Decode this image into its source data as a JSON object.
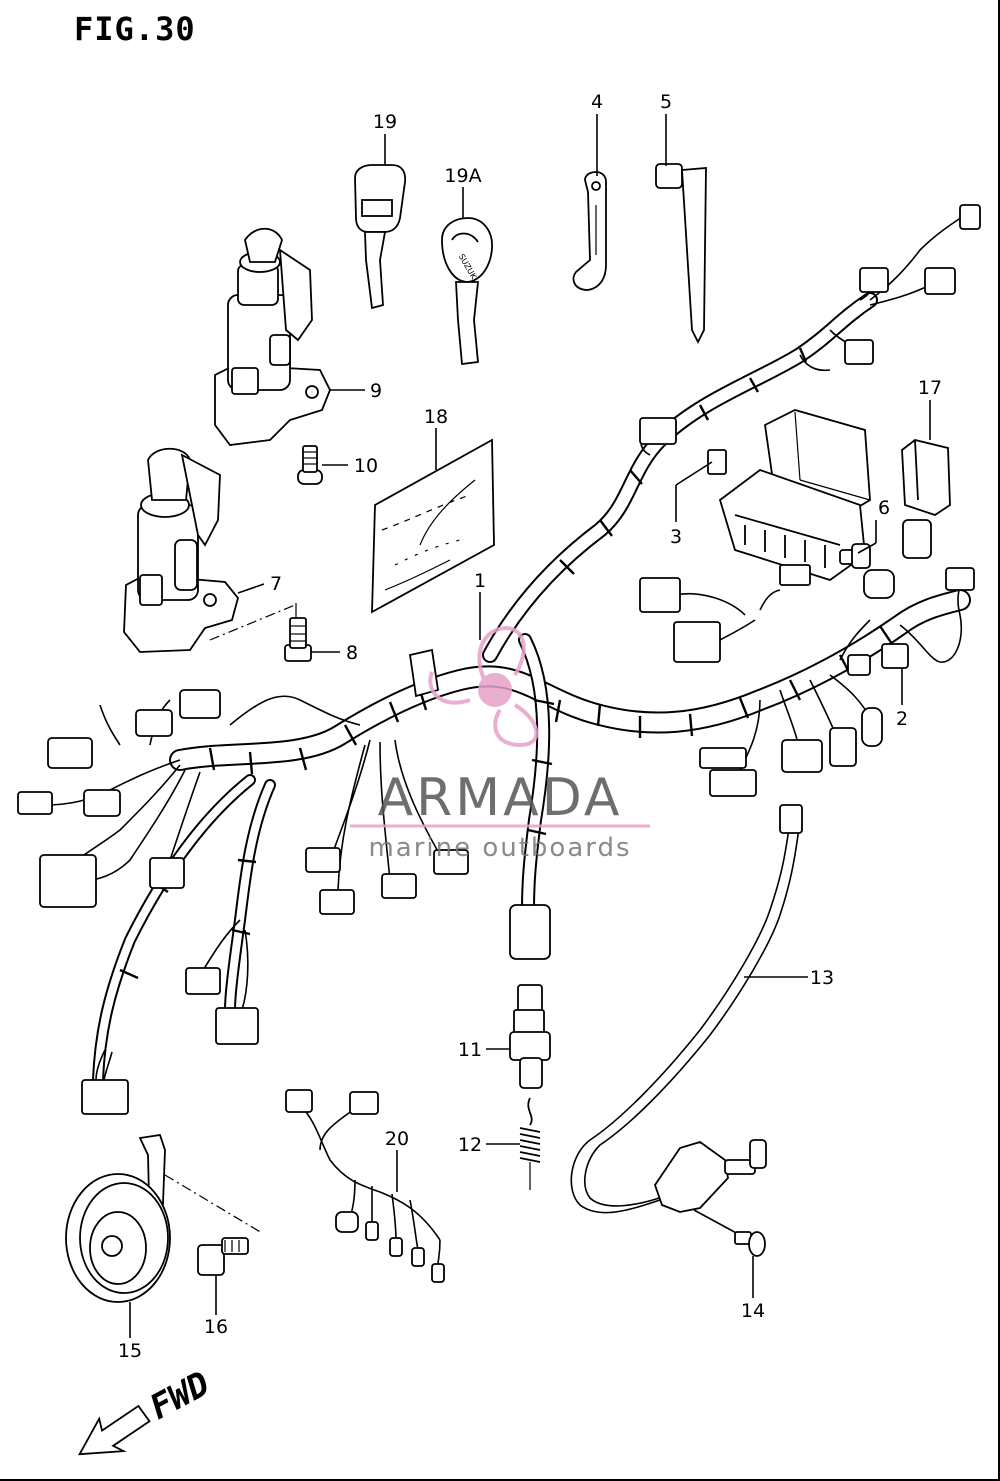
{
  "figure": {
    "title": "FIG.30"
  },
  "callouts": [
    "1",
    "2",
    "3",
    "4",
    "5",
    "6",
    "7",
    "8",
    "9",
    "10",
    "11",
    "12",
    "13",
    "14",
    "15",
    "16",
    "17",
    "18",
    "19",
    "19A",
    "20"
  ],
  "watermark": {
    "brand": "ARMADA",
    "tagline": "marine outboards",
    "color_logo": "#e6a0c8",
    "color_text": "#555555"
  },
  "direction": {
    "label": "FWD"
  },
  "key_logo": "SUZUKI"
}
